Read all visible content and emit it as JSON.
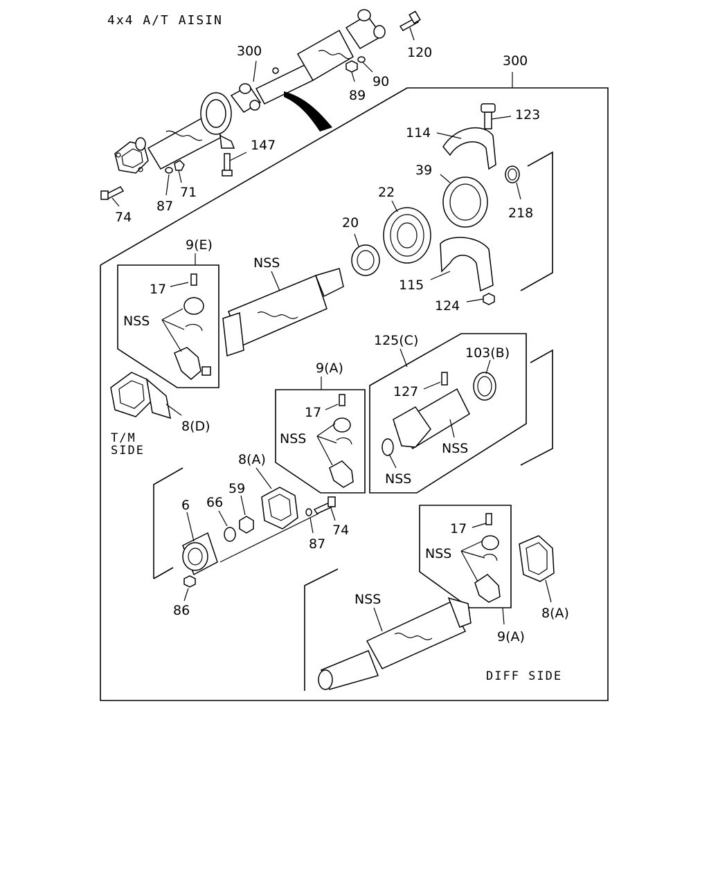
{
  "header": {
    "title": "4x4 A/T AISIN"
  },
  "side_labels": {
    "tm_side_line1": "T/M",
    "tm_side_line2": "SIDE",
    "diff_side": "DIFF SIDE"
  },
  "callouts": {
    "c300_top": "300",
    "c120": "120",
    "c90": "90",
    "c89": "89",
    "c147": "147",
    "c71": "71",
    "c87_top": "87",
    "c74_top": "74",
    "c300_box": "300",
    "c123": "123",
    "c114": "114",
    "c39": "39",
    "c218": "218",
    "c22": "22",
    "c20": "20",
    "c115": "115",
    "c124": "124",
    "c9e": "9(E)",
    "c17_e": "17",
    "nss_e": "NSS",
    "nss_shaft_front": "NSS",
    "c8d": "8(D)",
    "c125c": "125(C)",
    "c103b": "103(B)",
    "c127": "127",
    "nss_slip": "NSS",
    "nss_plug": "NSS",
    "c9a_mid": "9(A)",
    "c17_a_mid": "17",
    "nss_a_mid": "NSS",
    "c8a_mid": "8(A)",
    "c6": "6",
    "c66": "66",
    "c59": "59",
    "c74_mid": "74",
    "c87_mid": "87",
    "c86": "86",
    "c17_a_low": "17",
    "nss_a_low": "NSS",
    "c9a_low": "9(A)",
    "c8a_low": "8(A)",
    "nss_shaft_rear": "NSS"
  }
}
